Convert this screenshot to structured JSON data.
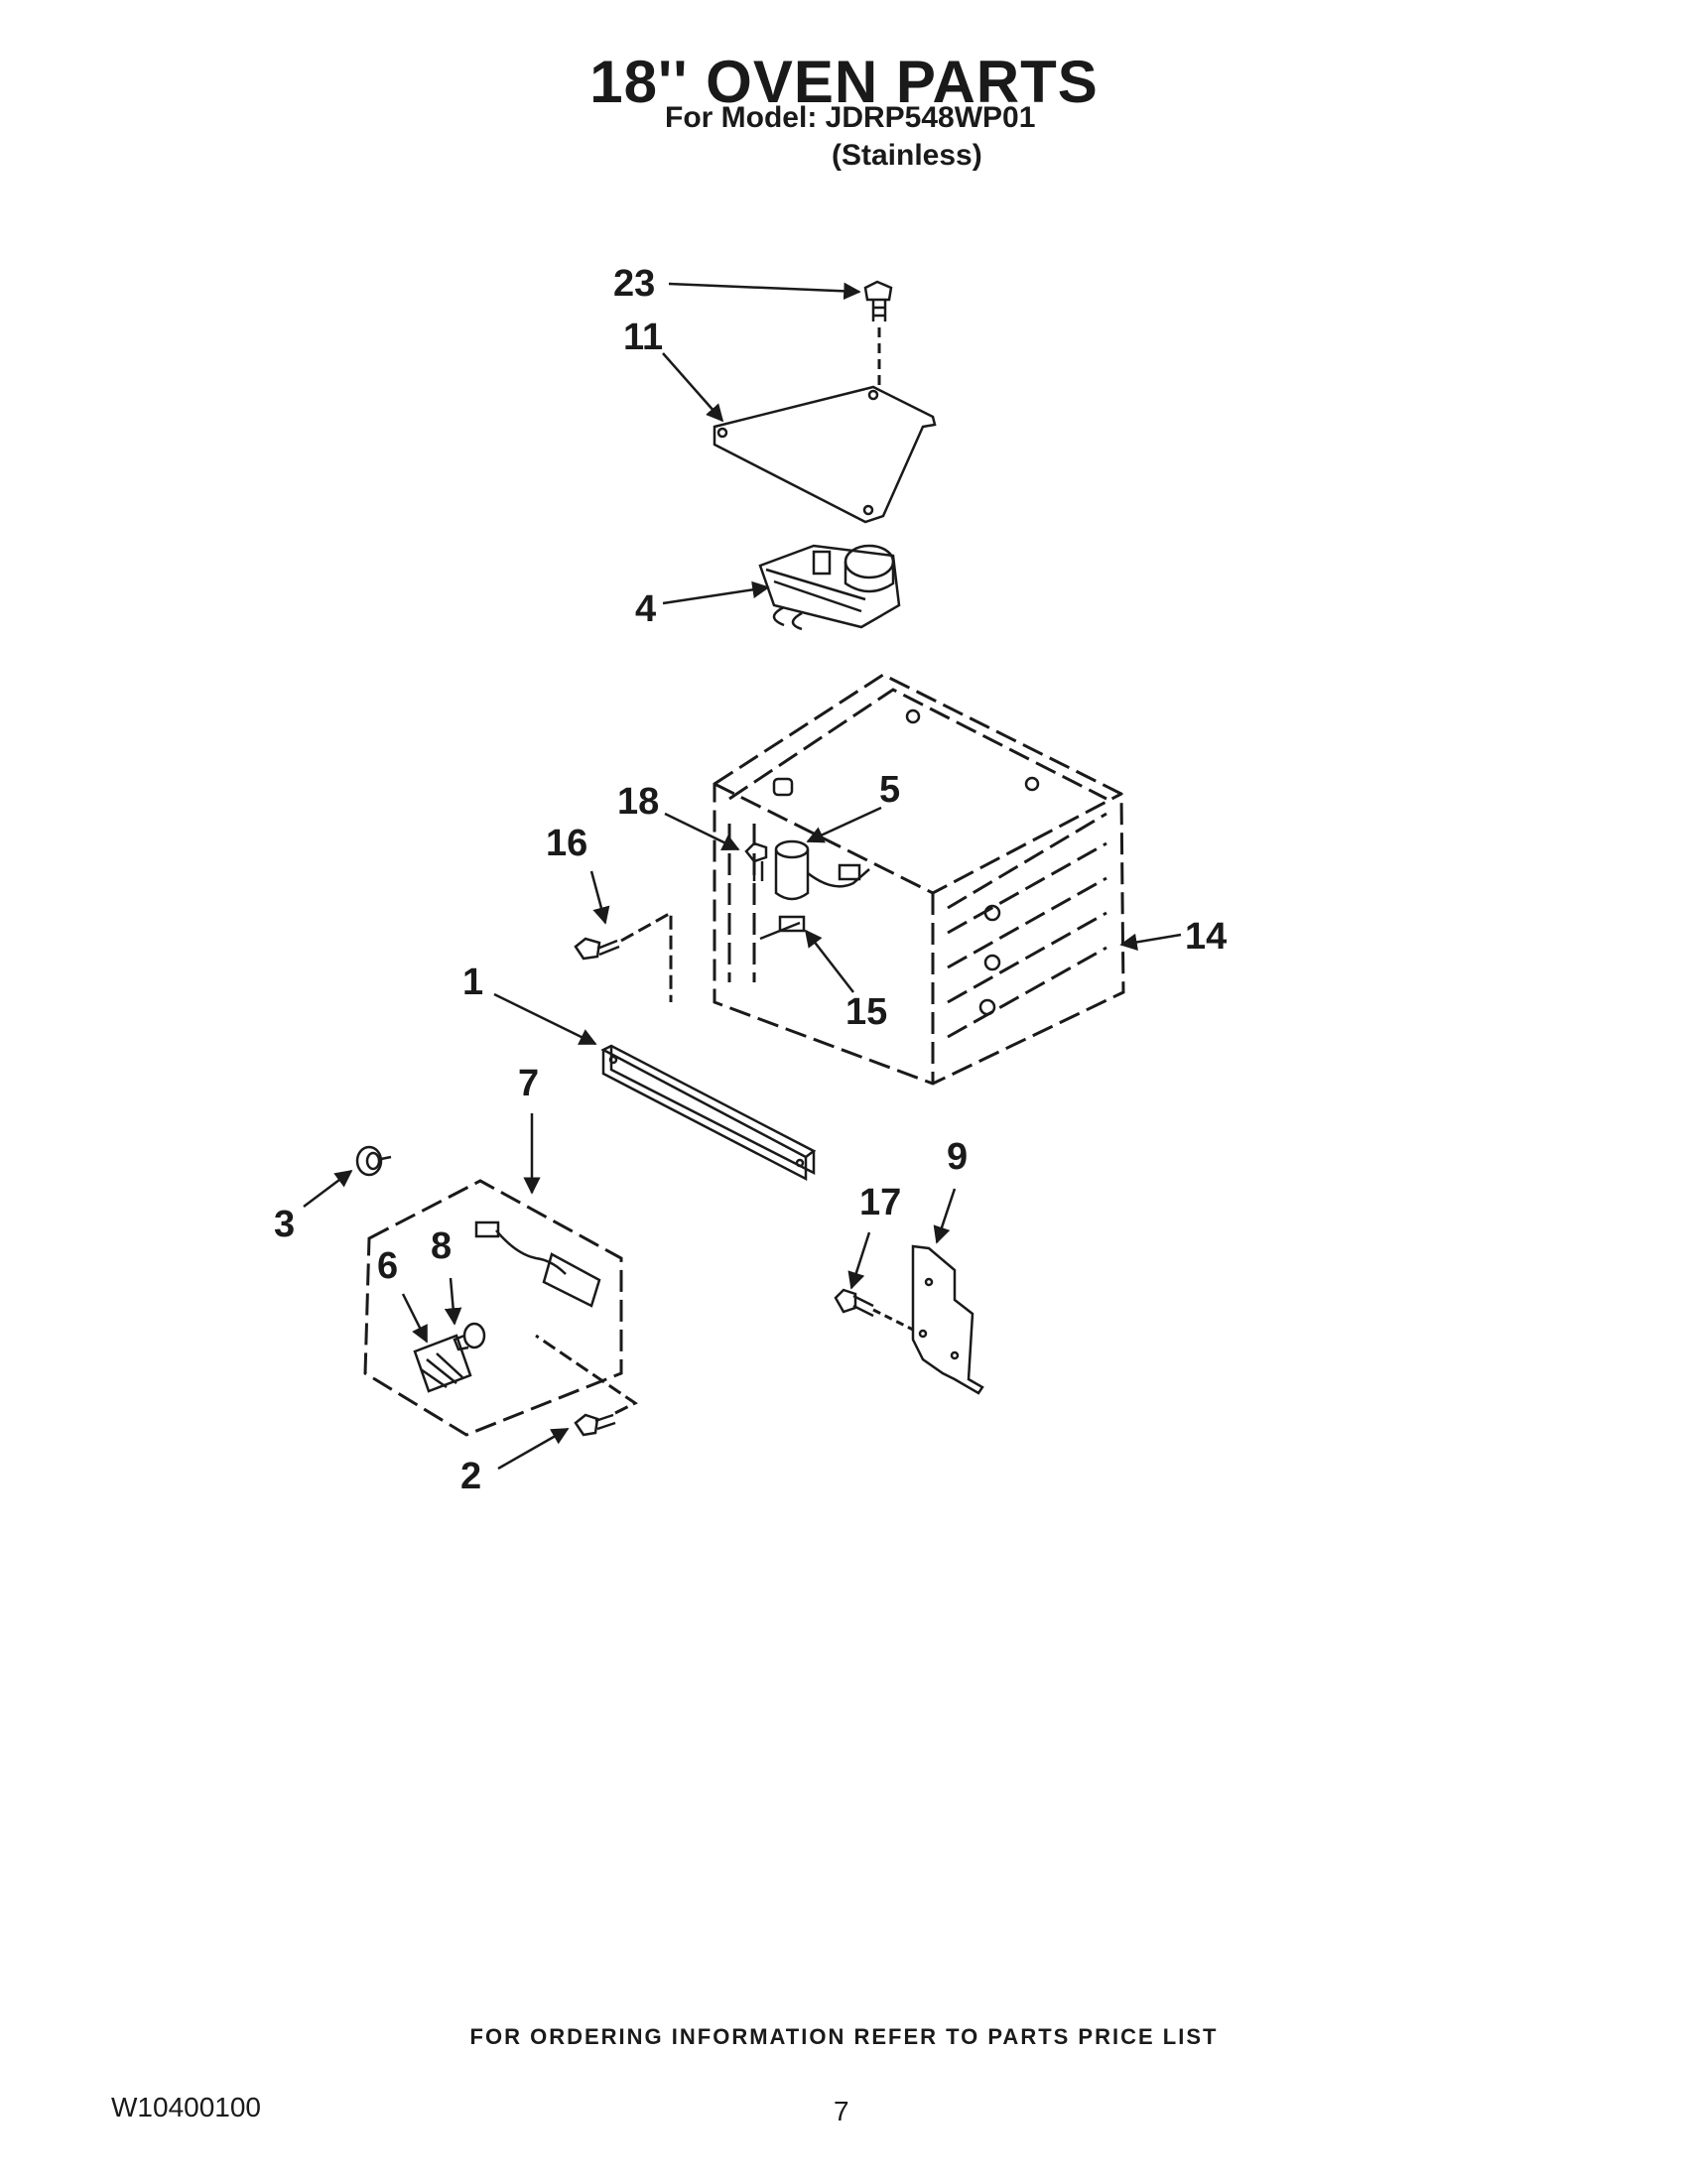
{
  "header": {
    "title": "18'' OVEN PARTS",
    "model_line": "For Model: JDRP548WP01",
    "finish": "(Stainless)"
  },
  "callouts": [
    "23",
    "11",
    "4",
    "18",
    "5",
    "16",
    "14",
    "1",
    "15",
    "7",
    "9",
    "3",
    "17",
    "8",
    "6",
    "2"
  ],
  "footer": {
    "ordering_note": "FOR ORDERING INFORMATION REFER TO PARTS PRICE LIST",
    "document_number": "W10400100",
    "page_number": "7"
  }
}
